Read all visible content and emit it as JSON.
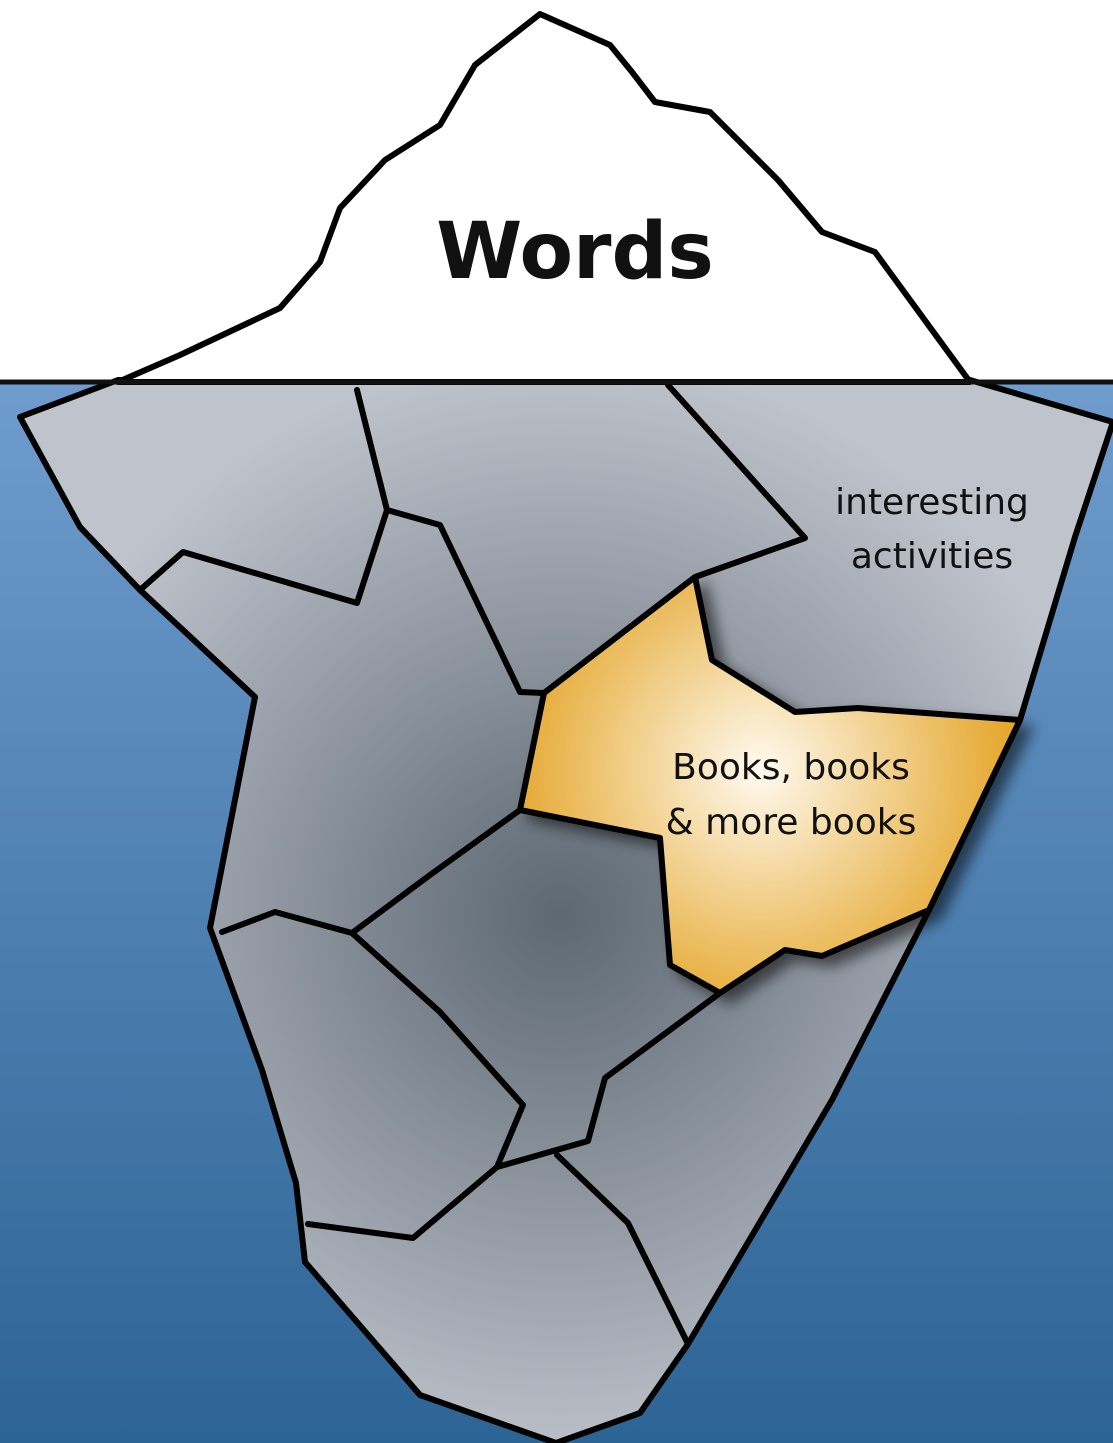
{
  "colors": {
    "sky": "#ffffff",
    "water_top": "#6f9ccd",
    "water_bottom": "#2c6495",
    "ice_light": "#bfc3cc",
    "ice_dark": "#5d6872",
    "highlight_light": "#fffaf0",
    "highlight_dark": "#e3a11f",
    "outline": "#000000"
  },
  "diagram": {
    "title": "Words",
    "regions": {
      "interesting": {
        "line1": "interesting",
        "line2": "activities"
      },
      "books": {
        "line1": "Books, books",
        "line2": "& more books"
      }
    }
  }
}
